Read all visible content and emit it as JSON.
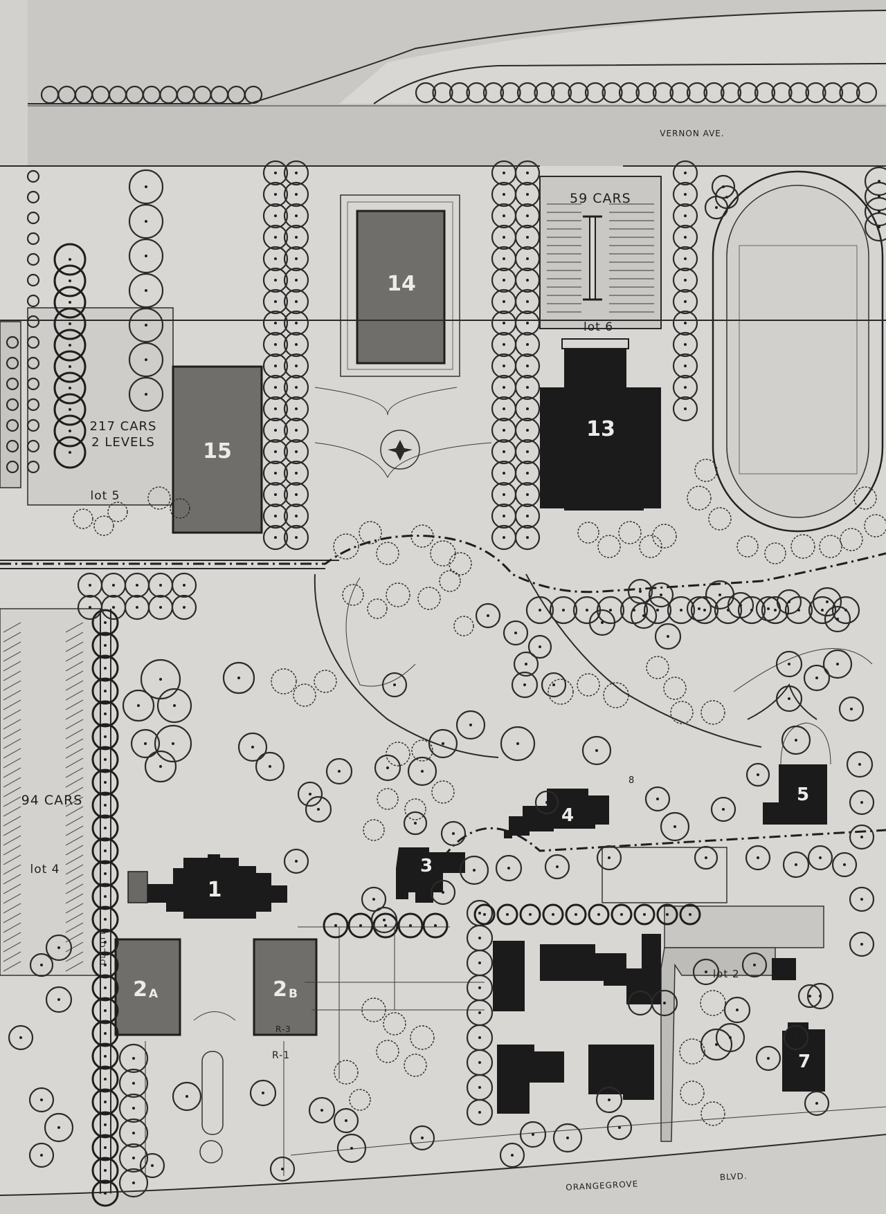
{
  "streets": {
    "north": "VERNON AVE.",
    "south_1": "ORANGEGROVE",
    "south_2": "BLVD.",
    "west": "OLCOTT"
  },
  "lots": [
    {
      "capacity": "59 CARS",
      "name": "lot 6"
    },
    {
      "capacity_line1": "217 CARS",
      "capacity_line2": "2 LEVELS",
      "name": "lot 5"
    },
    {
      "capacity": "94 CARS",
      "name": "lot 4"
    },
    {
      "name": "lot 2"
    }
  ],
  "buildings": [
    "1",
    "2A",
    "2B",
    "3",
    "4",
    "5",
    "7",
    "13",
    "14",
    "15"
  ],
  "building_labels": {
    "b1": "1",
    "b2a_main": "2",
    "b2a_sub": "A",
    "b2b_main": "2",
    "b2b_sub": "B",
    "b3": "3",
    "b4": "4",
    "b5": "5",
    "b7": "7",
    "b13": "13",
    "b14": "14",
    "b15": "15"
  },
  "zoning": {
    "r3": "R-3",
    "r1": "R-1"
  },
  "small_marks": {
    "b8": "8"
  },
  "colors": {
    "paper": "#d9d7d3",
    "building_dark": "#1b1b1b",
    "building_gray": "#6f6e6b",
    "ink": "#1e1e1e"
  }
}
